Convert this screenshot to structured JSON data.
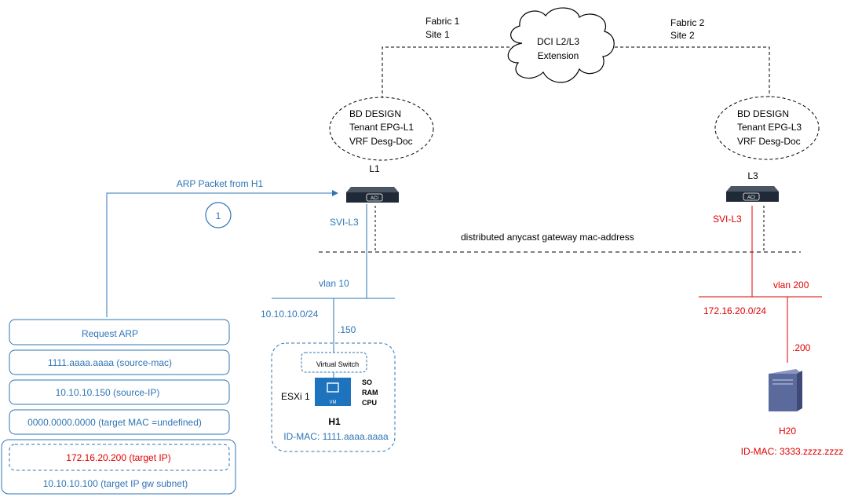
{
  "fabric1": {
    "line1": "Fabric 1",
    "line2": "Site 1"
  },
  "fabric2": {
    "line1": "Fabric 2",
    "line2": "Site 2"
  },
  "dci": {
    "line1": "DCI L2/L3",
    "line2": "Extension"
  },
  "bd_left": {
    "line1": "BD DESIGN",
    "line2": "Tenant EPG-L1",
    "line3": "VRF Desg-Doc"
  },
  "bd_right": {
    "line1": "BD DESIGN",
    "line2": "Tenant EPG-L3",
    "line3": "VRF Desg-Doc"
  },
  "leaf_left": {
    "name": "L1",
    "svi": "SVI-L3",
    "badge": "ACI"
  },
  "leaf_right": {
    "name": "L3",
    "svi": "SVI-L3",
    "badge": "ACI"
  },
  "arp_flow": {
    "label": "ARP Packet from H1",
    "step": "1"
  },
  "anycast_label": "distributed anycast gateway mac-address",
  "left_net": {
    "vlan": "vlan 10",
    "subnet": "10.10.10.0/24",
    "host_ip": ".150"
  },
  "right_net": {
    "vlan": "vlan 200",
    "subnet": "172.16.20.0/24",
    "host_ip": ".200"
  },
  "esxi": {
    "vswitch": "Virtual Switch",
    "host": "ESXi 1",
    "vm_badge": "VM",
    "resources": [
      "SO",
      "RAM",
      "CPU"
    ],
    "name": "H1",
    "mac": "ID-MAC: 1111.aaaa.aaaa"
  },
  "server": {
    "name": "H20",
    "mac": "ID-MAC: 3333.zzzz.zzzz"
  },
  "arp_request": {
    "title": "Request ARP",
    "source_mac": "1111.aaaa.aaaa  (source-mac)",
    "source_ip": "10.10.10.150  (source-IP)",
    "target_mac": "0000.0000.0000   (target MAC =undefined)",
    "target_ip": "172.16.20.200  (target IP)",
    "target_gw": "10.10.10.100  (target IP gw subnet)"
  },
  "colors": {
    "blue": "#2e75b6",
    "red": "#e00000",
    "switch": "#1f2937",
    "server": "#5b6a9c"
  }
}
